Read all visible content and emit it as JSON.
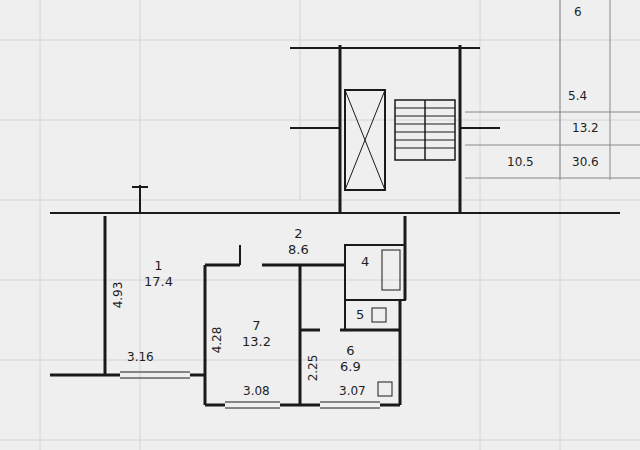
{
  "diagram": {
    "nodes": [
      {
        "text": [
          "1",
          "17.4"
        ]
      },
      {
        "text": [
          "2",
          "8.6"
        ]
      },
      {
        "text": [
          "4"
        ]
      },
      {
        "text": [
          "5"
        ]
      },
      {
        "text": [
          "7",
          "13.2"
        ]
      },
      {
        "text": [
          "6",
          "6.9"
        ]
      }
    ],
    "labels": [
      "4.93",
      "3.16",
      "4.28",
      "3.08",
      "2.25",
      "3.07",
      "6",
      "5.4",
      "13.2",
      "10.5",
      "30.6"
    ]
  }
}
